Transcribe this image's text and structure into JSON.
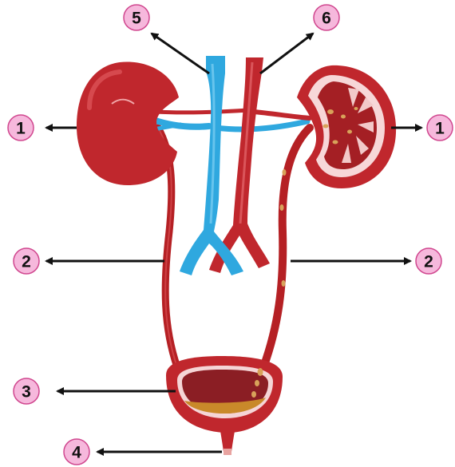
{
  "labels": {
    "kidney_left": "1",
    "kidney_right": "1",
    "ureter_left": "2",
    "ureter_right": "2",
    "bladder": "3",
    "urethra": "4",
    "vena_cava": "5",
    "aorta": "6"
  },
  "colors": {
    "badge_fill": "#f6b8dc",
    "badge_stroke": "#d0478f",
    "arrow": "#111111",
    "kidney": "#c0272d",
    "kidney_dark": "#8e1a1f",
    "kidney_highlight": "#e0585c",
    "vein": "#2fa8df",
    "vein_dark": "#1b86bd",
    "artery": "#c0272d",
    "ureter": "#b52024",
    "bladder_inner": "#8b1e24",
    "urine": "#c9892a",
    "stone": "#d8a25a"
  }
}
